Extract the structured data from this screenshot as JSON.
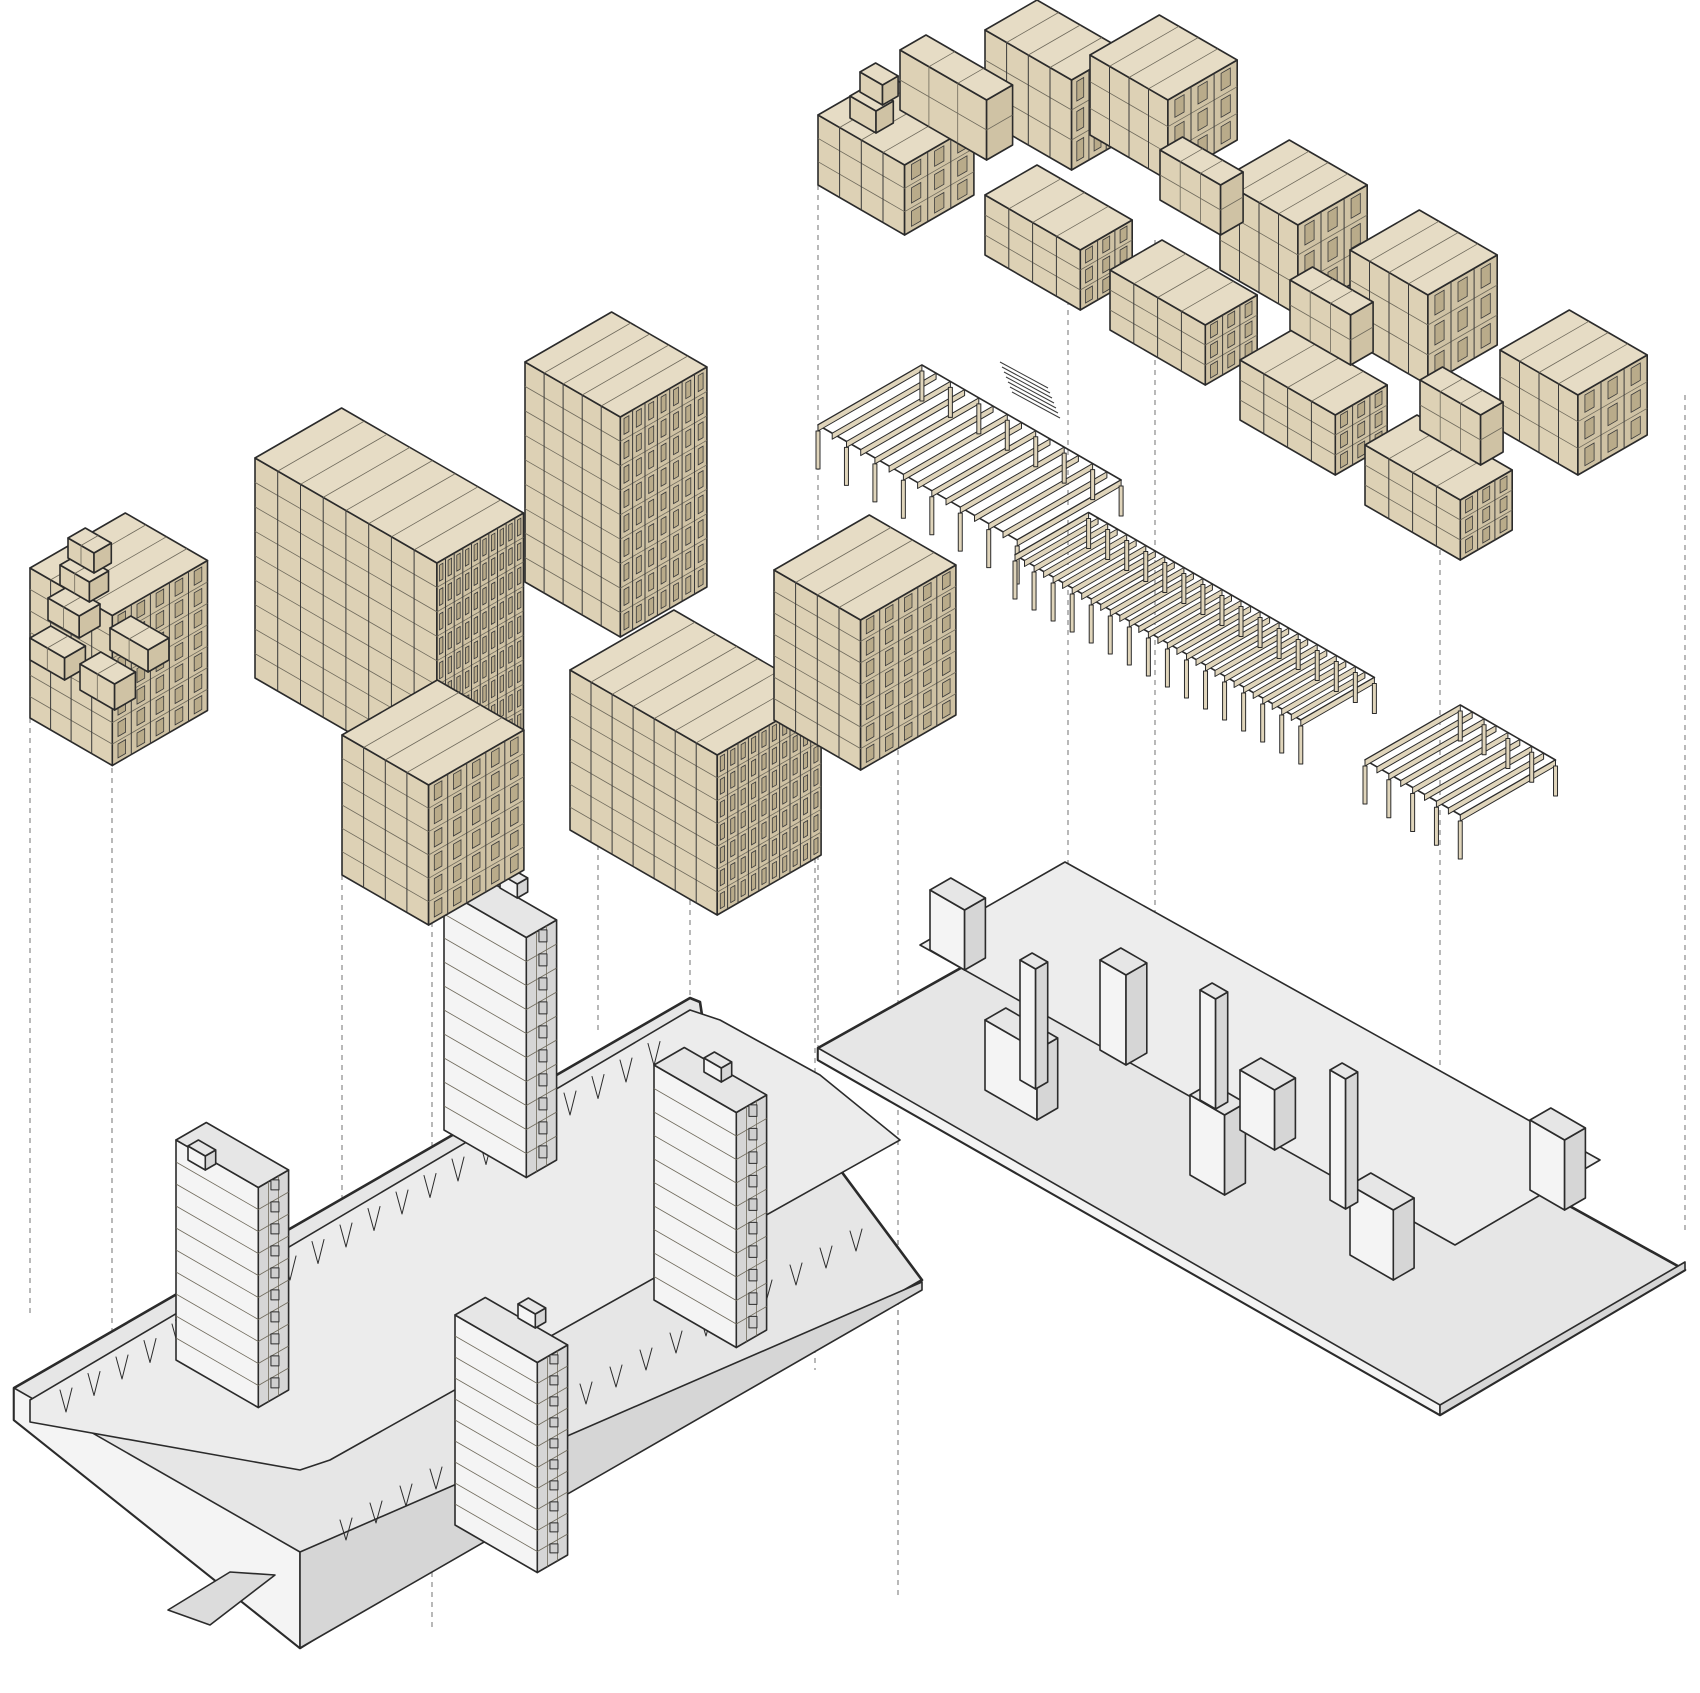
{
  "colors": {
    "timber_top": "#e6dcc5",
    "timber_side_left": "#ddd1b5",
    "timber_side_right": "#cfc2a4",
    "concrete_top": "#e6e6e6",
    "concrete_side_left": "#f4f4f4",
    "concrete_side_right": "#d6d6d6",
    "structure": "#e0d5bb",
    "line": "#2b2b2b",
    "guide_line": "#8a8a8a",
    "background": "#ffffff"
  },
  "groups": [
    {
      "id": "left-timber-volumes",
      "material": "timber"
    },
    {
      "id": "left-podium",
      "material": "concrete"
    },
    {
      "id": "right-timber-volumes",
      "material": "timber"
    },
    {
      "id": "right-structure-frame",
      "material": "structure"
    },
    {
      "id": "right-podium",
      "material": "concrete"
    }
  ]
}
